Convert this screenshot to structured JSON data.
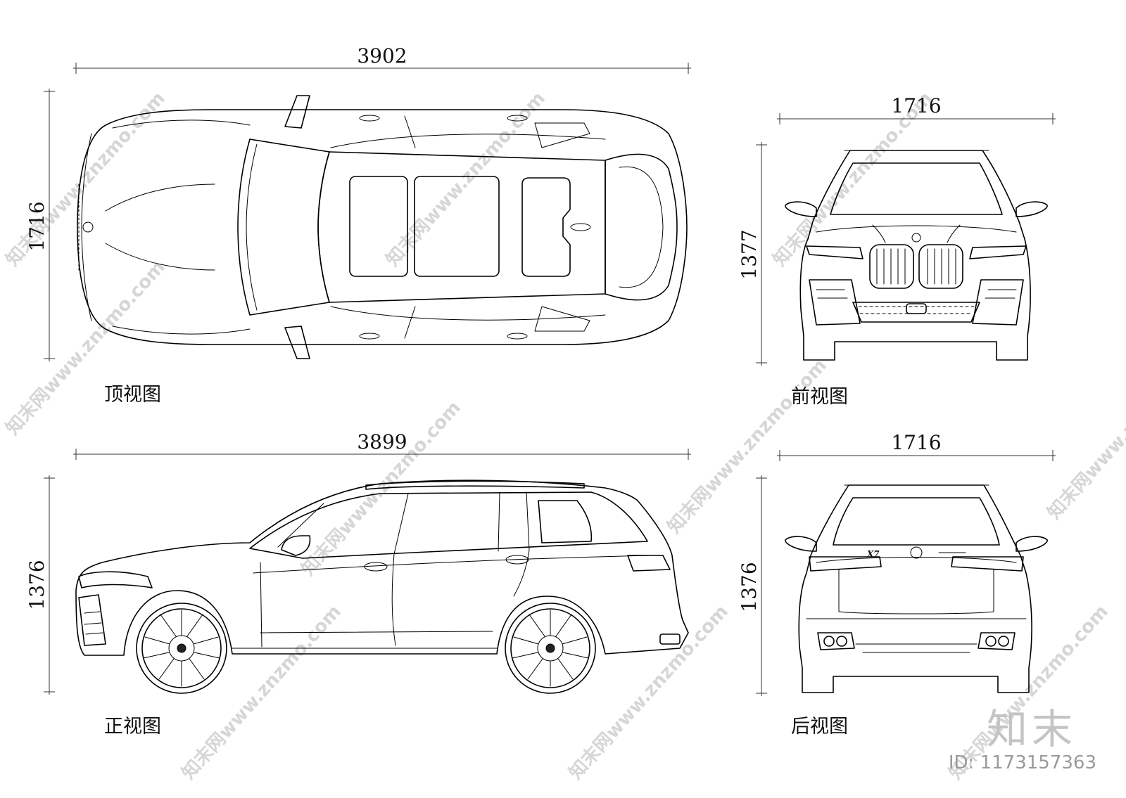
{
  "views": {
    "top": {
      "label": "顶视图",
      "length": "3902",
      "width": "1716"
    },
    "front": {
      "label": "前视图",
      "width": "1716",
      "height": "1377"
    },
    "side": {
      "label": "正视图",
      "length": "3899",
      "height": "1376"
    },
    "rear": {
      "label": "后视图",
      "width": "1716",
      "height": "1376"
    }
  },
  "watermark": {
    "text": "知末网www.znzmo.com"
  },
  "brand": {
    "logo_text": "知末",
    "id_label": "ID: 1173157363"
  },
  "rear_badge": "X7"
}
